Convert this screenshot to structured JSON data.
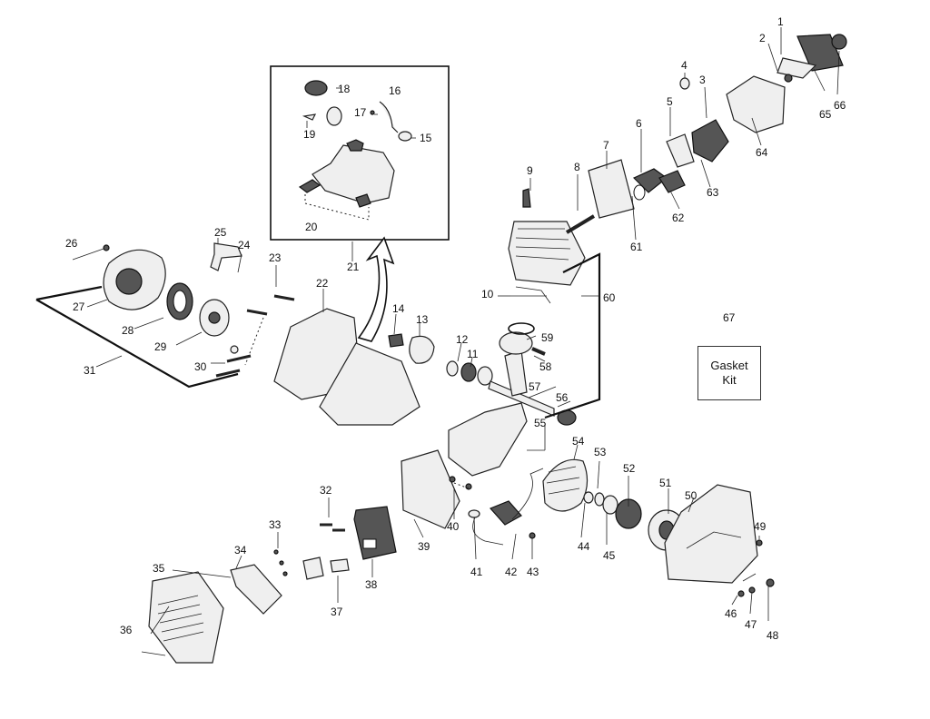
{
  "diagram": {
    "part_numbers": [
      "1",
      "2",
      "3",
      "4",
      "5",
      "6",
      "7",
      "8",
      "9",
      "10",
      "11",
      "12",
      "13",
      "14",
      "15",
      "16",
      "17",
      "18",
      "19",
      "20",
      "21",
      "22",
      "23",
      "24",
      "25",
      "26",
      "27",
      "28",
      "29",
      "30",
      "31",
      "32",
      "33",
      "34",
      "35",
      "36",
      "37",
      "38",
      "39",
      "40",
      "41",
      "42",
      "43",
      "44",
      "45",
      "46",
      "47",
      "48",
      "49",
      "50",
      "51",
      "52",
      "53",
      "54",
      "55",
      "56",
      "57",
      "58",
      "59",
      "60",
      "61",
      "62",
      "63",
      "64",
      "65",
      "66",
      "67"
    ],
    "kit_box": {
      "line1": "Gasket",
      "line2": "Kit"
    }
  }
}
